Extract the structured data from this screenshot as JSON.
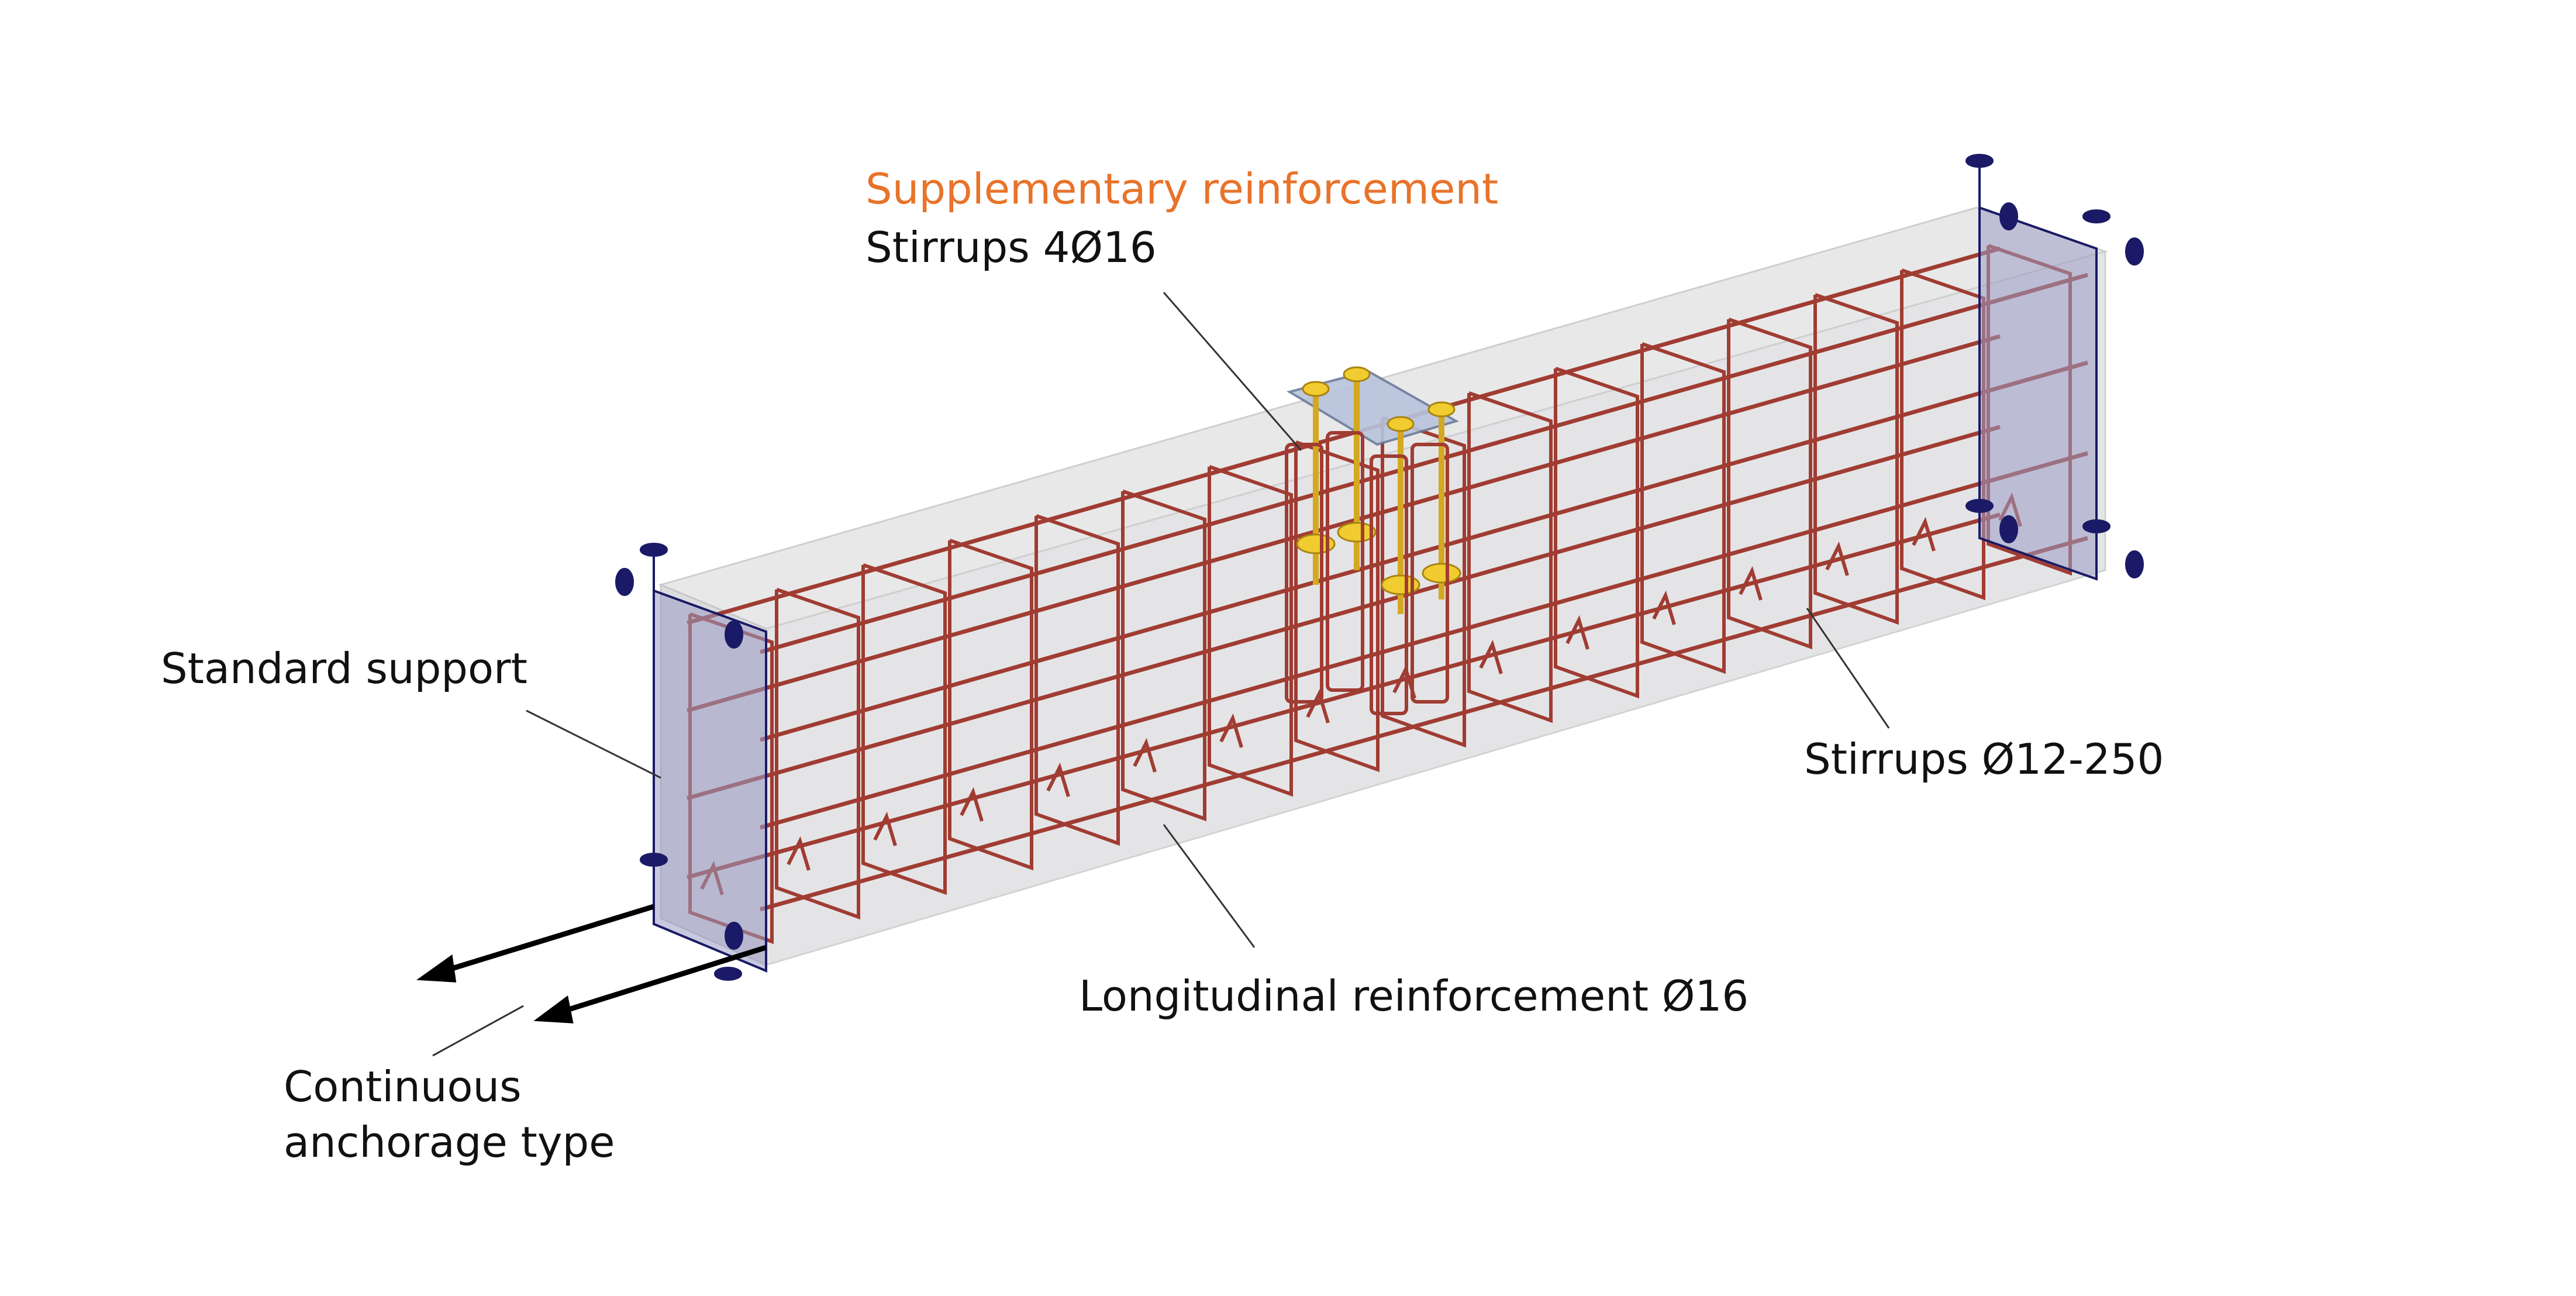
{
  "callouts": {
    "supplementary_title": "Supplementary reinforcement",
    "supplementary_detail": "Stirrups 4Ø16",
    "standard_support": "Standard support",
    "stirrups_spacing": "Stirrups Ø12-250",
    "longitudinal": "Longitudinal reinforcement Ø16",
    "anchorage_line1": "Continuous",
    "anchorage_line2": "anchorage type"
  },
  "colors": {
    "accent": "#e8732a",
    "text": "#111111",
    "rebar": "#a03c32",
    "concrete_top": "#e6e6e6",
    "concrete_side": "#d9d9dc",
    "support_plate": "#9a9cc4",
    "support_edge": "#1a1a66",
    "anchor_bolts": "#e8c020",
    "arrow": "#000000"
  },
  "icons": {
    "support_marker": "support-node-icon",
    "load_arrow": "arrow-icon"
  }
}
